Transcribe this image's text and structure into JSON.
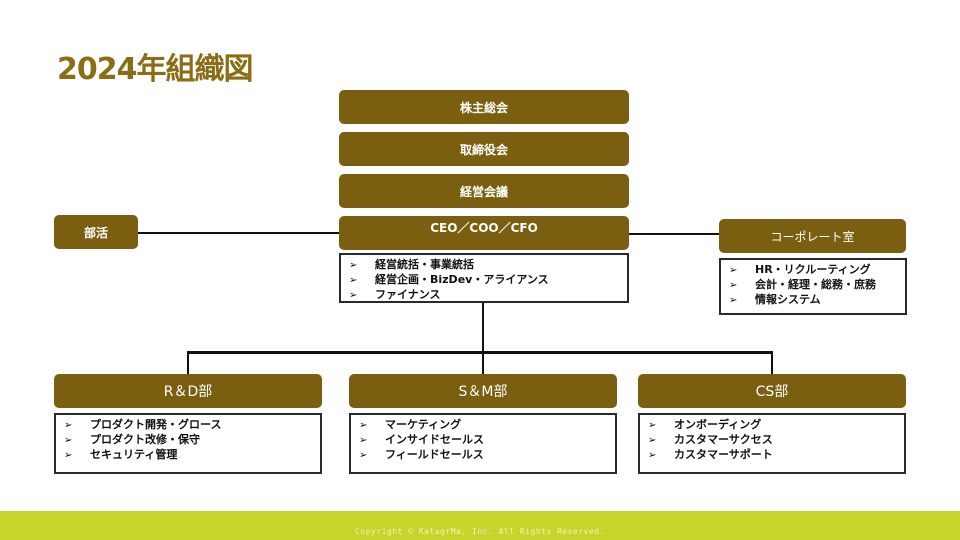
{
  "title": "2024年組織図",
  "top_boxes": {
    "shareholders": "株主総会",
    "board": "取締役会",
    "management": "経営会議",
    "executives": "CEO／COO／CFO"
  },
  "side_left": "部活",
  "side_right": "コーポレート室",
  "exec_items": [
    "経営統括・事業統括",
    "経営企画・BizDev・アライアンス",
    "ファイナンス"
  ],
  "corporate_items": [
    "HR・リクルーティング",
    "会計・経理・総務・庶務",
    "情報システム"
  ],
  "departments": [
    {
      "name": "R＆D部",
      "items": [
        "プロダクト開発・グロース",
        "プロダクト改修・保守",
        "セキュリティ管理"
      ]
    },
    {
      "name": "S＆M部",
      "items": [
        "マーケティング",
        "インサイドセールス",
        "フィールドセールス"
      ]
    },
    {
      "name": "CS部",
      "items": [
        "オンボーディング",
        "カスタマーサクセス",
        "カスタマーサポート"
      ]
    }
  ],
  "bullet": "➢",
  "footer": "Copyright © KatagrMa, Inc. All Rights Reserved.",
  "colors": {
    "box": "#7a5f10",
    "title": "#8a6d14",
    "footer": "#c6d52c"
  }
}
